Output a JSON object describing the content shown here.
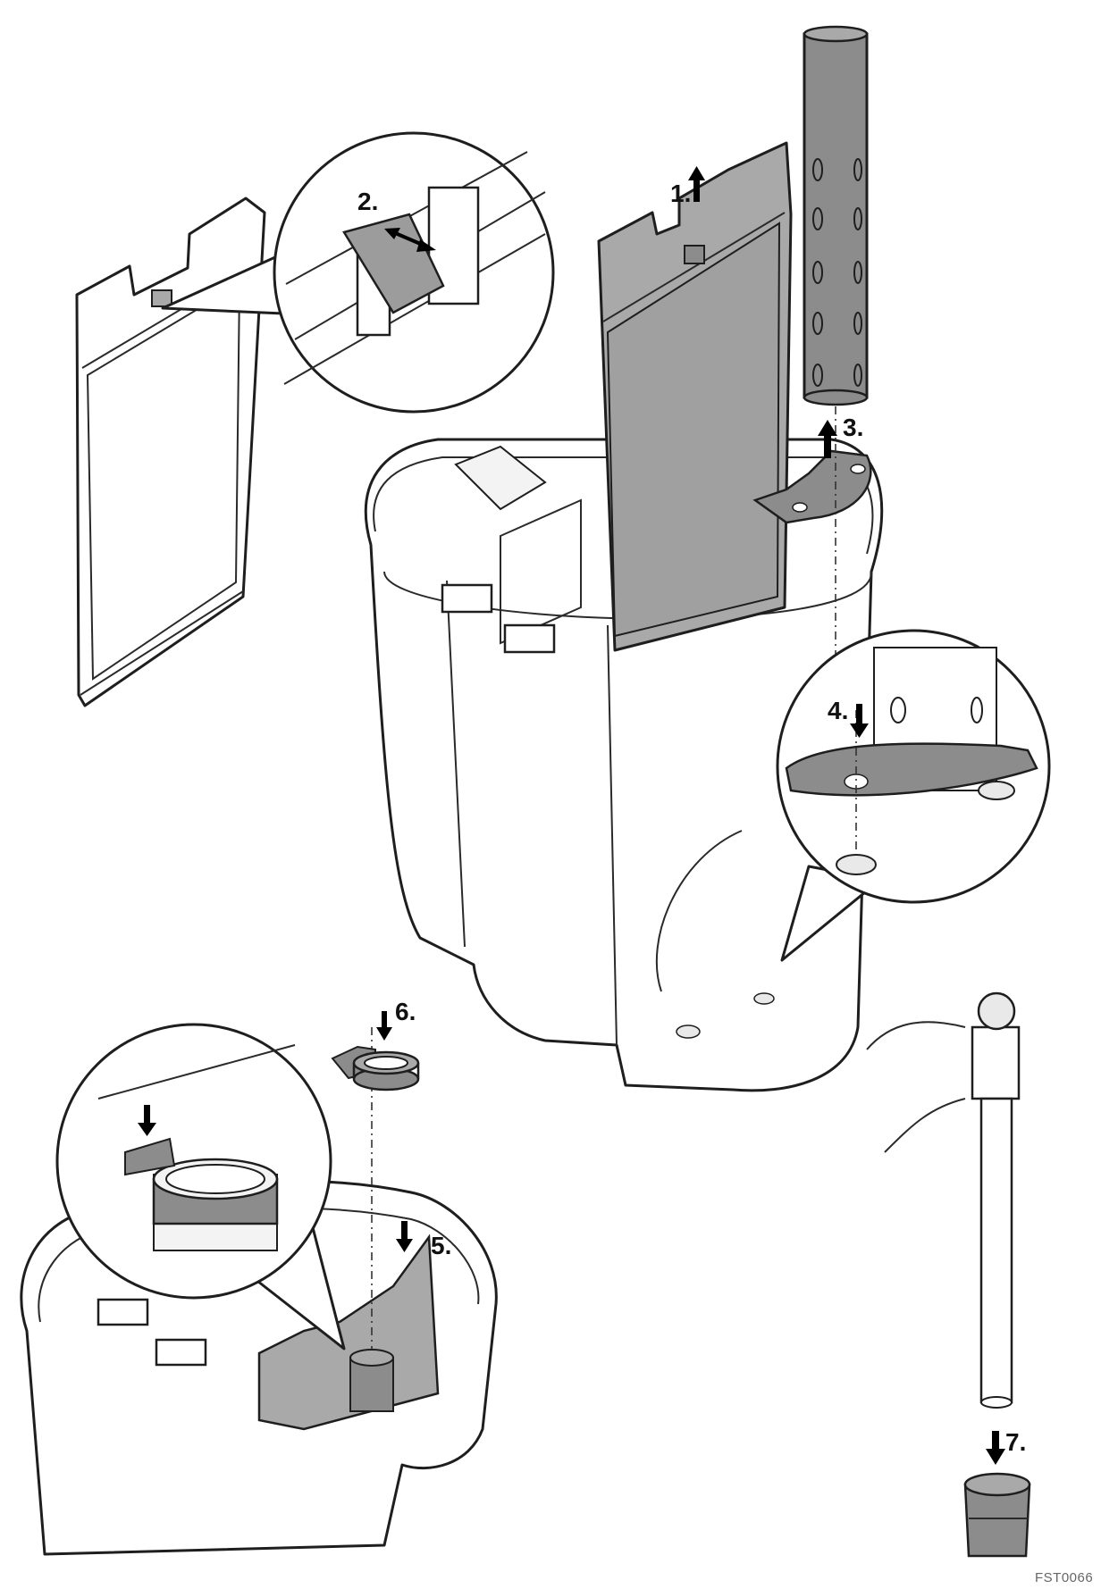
{
  "steps": {
    "step1": "1.",
    "step2": "2.",
    "step3": "3.",
    "step4": "4.",
    "step5": "5.",
    "step6": "6.",
    "step7": "7."
  },
  "figure_code": "FST0066",
  "colors": {
    "part_fill": "#a9a9a9",
    "part_dark": "#8c8c8c",
    "outline": "#1e1e1e",
    "body_fill": "#ffffff",
    "light_fill": "#f3f3f3"
  },
  "icons": [
    "arrow-up-icon",
    "arrow-down-icon",
    "double-arrow-icon"
  ]
}
